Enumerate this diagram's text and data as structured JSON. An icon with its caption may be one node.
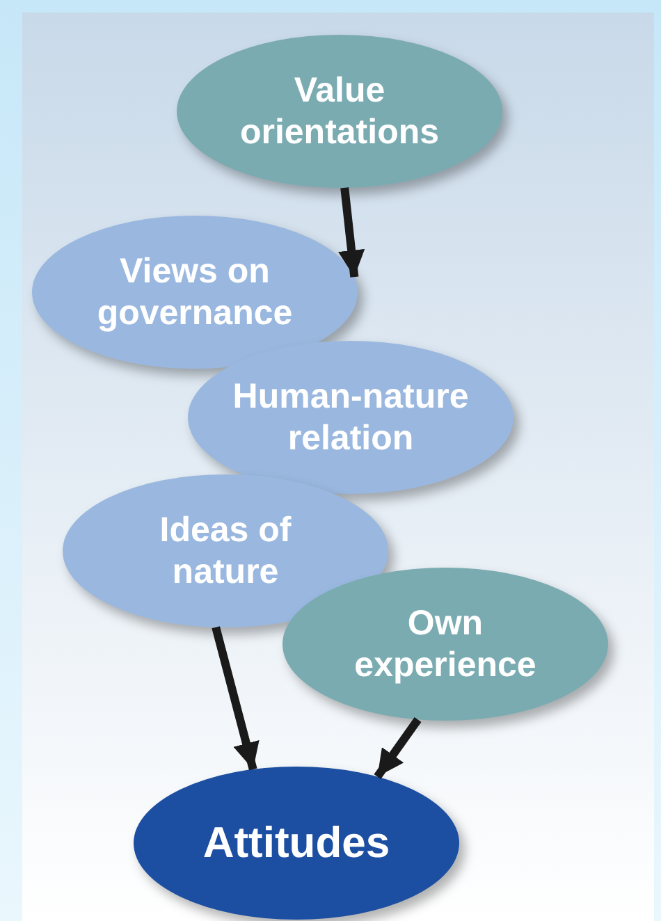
{
  "diagram": {
    "nodes": [
      {
        "text": [
          "Value orientations"
        ]
      },
      {
        "text": [
          "Views on governance"
        ]
      },
      {
        "text": [
          "Human-nature relation"
        ]
      },
      {
        "text": [
          "Ideas of nature"
        ]
      },
      {
        "text": [
          "Own experience"
        ]
      },
      {
        "text": [
          "Attitudes"
        ]
      }
    ],
    "edges": [
      {
        "from": 0,
        "to": 1,
        "arrow": "to"
      },
      {
        "from": 3,
        "to": 5,
        "arrow": "to"
      },
      {
        "from": 4,
        "to": 5,
        "arrow": "to"
      }
    ]
  }
}
